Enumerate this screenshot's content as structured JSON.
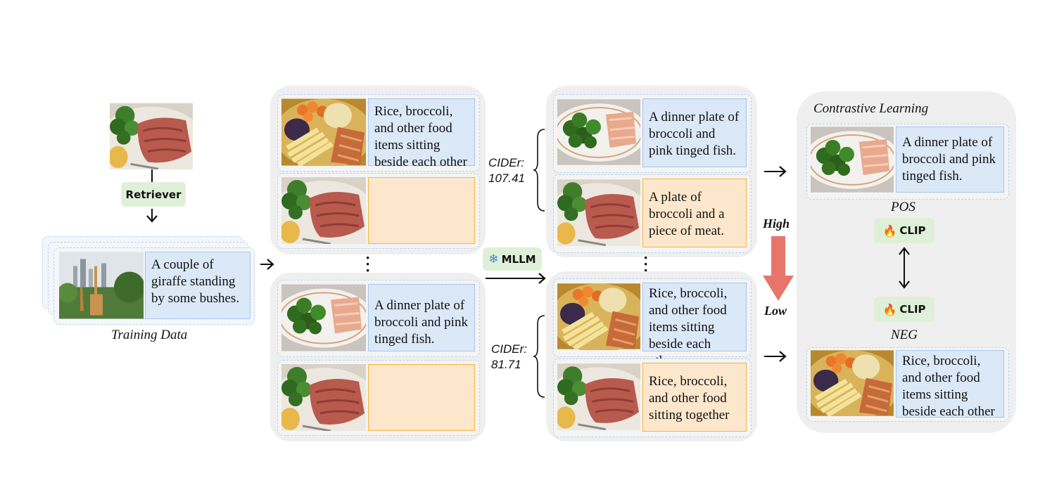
{
  "retrieval": {
    "retriever_label": "Retriever",
    "training_caption": "A couple of giraffe standing by some bushes.",
    "training_label": "Training Data"
  },
  "group_high": {
    "cider_label": "CIDEr:",
    "cider_value": "107.41",
    "input_caption": "Rice, broccoli, and other food items sitting beside each other",
    "output_caption_top": "A dinner plate of broccoli and pink tinged fish.",
    "output_caption_bottom": "A plate of broccoli and a piece of meat."
  },
  "group_low": {
    "cider_label": "CIDEr:",
    "cider_value": "81.71",
    "input_caption": "A dinner plate of broccoli and pink tinged fish.",
    "output_caption_top": "Rice, broccoli, and other food items sitting beside each other",
    "output_caption_bottom": "Rice, broccoli, and other food sitting together"
  },
  "mllm": {
    "label": "MLLM",
    "icon": "snowflake-icon"
  },
  "ranking": {
    "high": "High",
    "low": "Low",
    "arrow_color": "#e8756a"
  },
  "contrastive": {
    "title": "Contrastive Learning",
    "pos_caption": "A dinner plate of broccoli and pink tinged fish.",
    "pos_label": "POS",
    "neg_caption": "Rice, broccoli, and other food items sitting beside each other",
    "neg_label": "NEG",
    "clip_label": "CLIP",
    "clip_icon": "fire-icon"
  },
  "colors": {
    "caption_blue": "#dbe8f8",
    "caption_orange": "#fde7cc",
    "chip_green": "#dff0d8",
    "panel_gray": "#efefef"
  }
}
